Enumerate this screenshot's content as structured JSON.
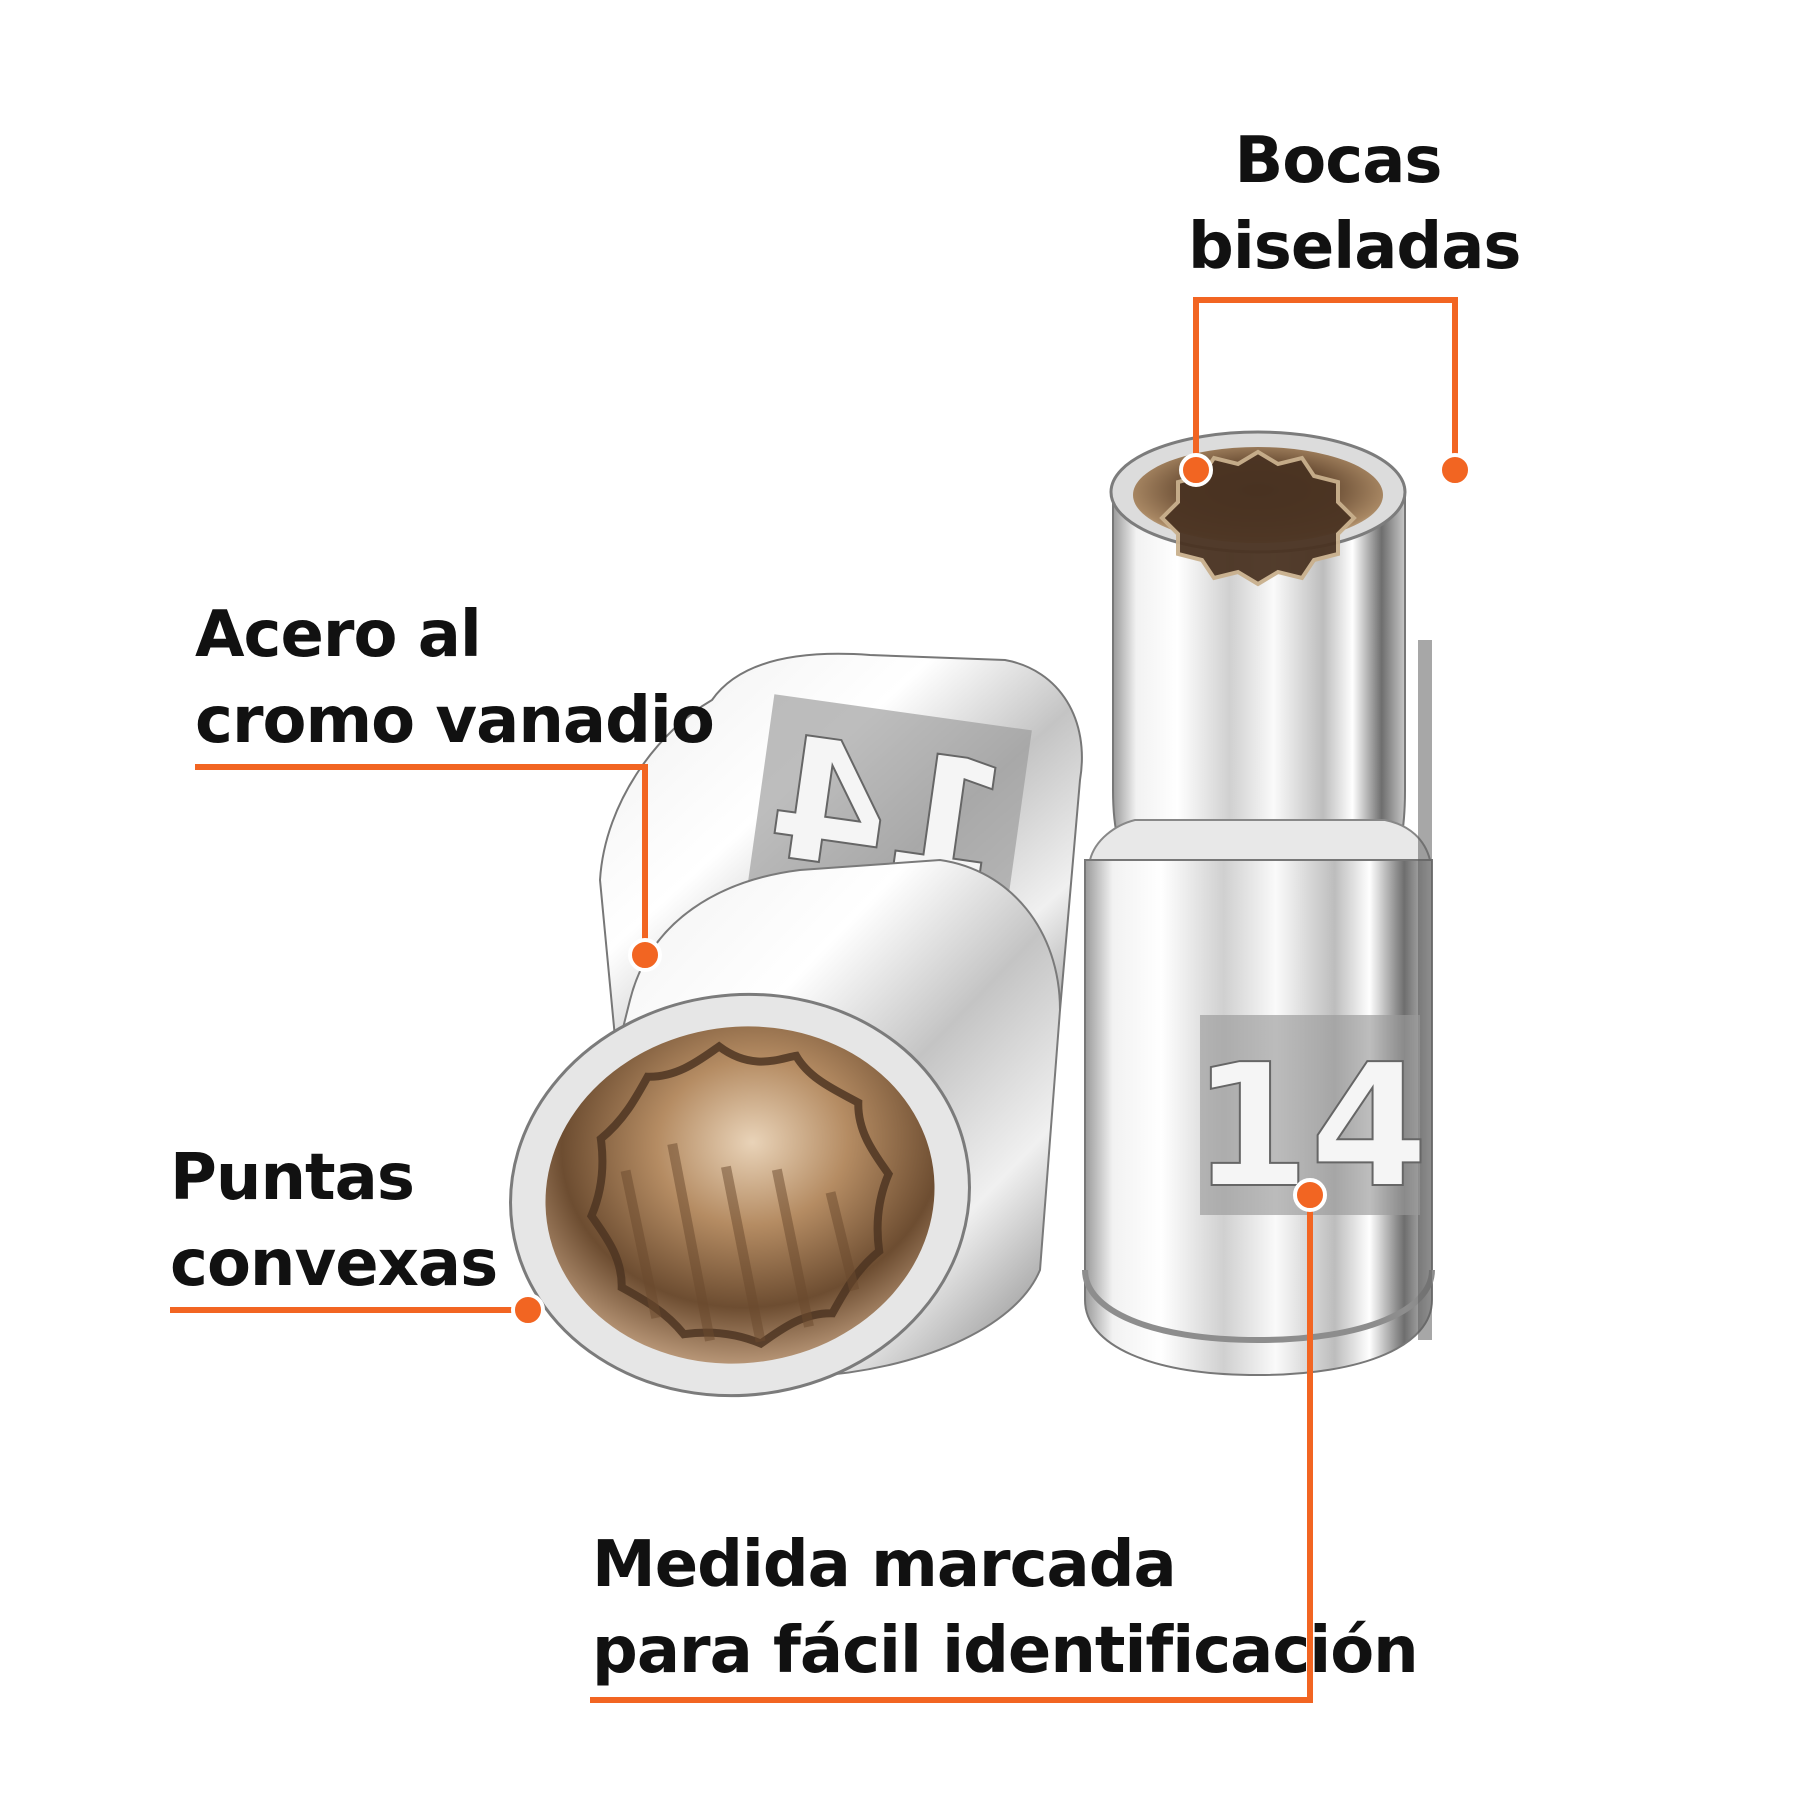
{
  "callouts": {
    "bocas_biseladas": {
      "line1": "Bocas",
      "line2": "biseladas"
    },
    "acero_al_cromo_vanadio": {
      "line1": "Acero al",
      "line2": "cromo vanadio"
    },
    "puntas_convexas": {
      "line1": "Puntas",
      "line2": "convexas"
    },
    "medida_marcada": {
      "line1": "Medida marcada",
      "line2": "para fácil identificación"
    }
  },
  "sockets": {
    "left_size_mark": "14",
    "right_size_mark": "14"
  },
  "colors": {
    "accent": "#F26522",
    "text": "#111111",
    "chrome_light": "#f4f4f4",
    "chrome_dark": "#8a8a8a",
    "interior": "#7a5a3a"
  }
}
